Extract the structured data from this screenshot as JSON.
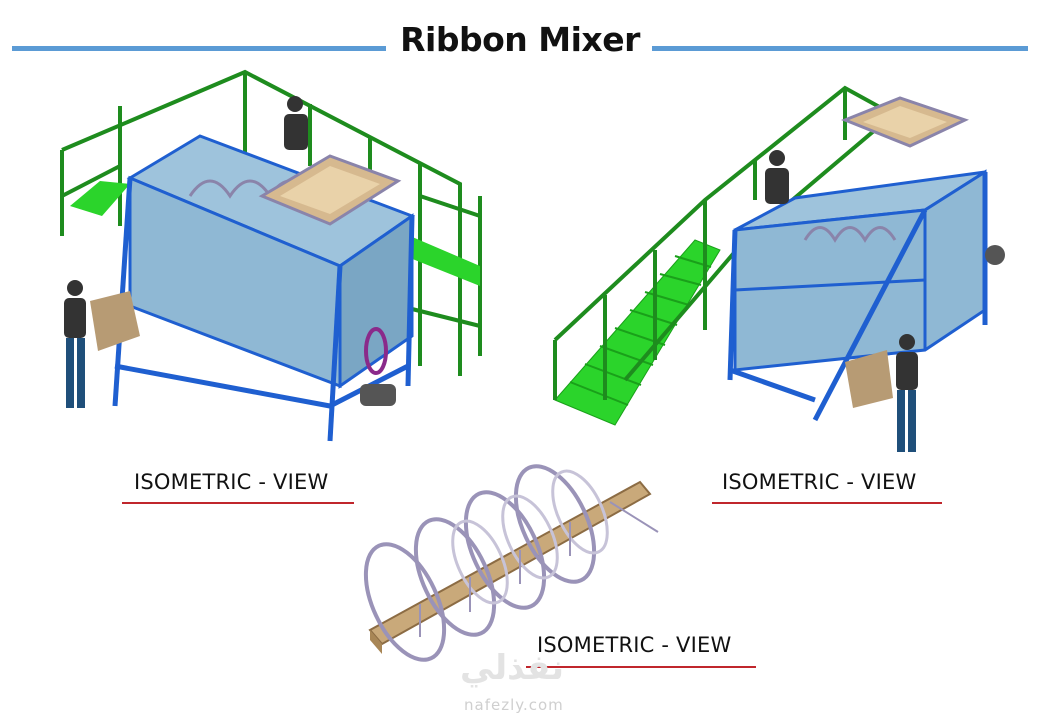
{
  "title": "Ribbon Mixer",
  "captions": {
    "left": "ISOMETRIC - VIEW",
    "right": "ISOMETRIC - VIEW",
    "bottom": "ISOMETRIC - VIEW"
  },
  "watermark": {
    "arabic": "نفذلي",
    "url": "nafezly.com"
  },
  "colors": {
    "title_rule": "#5b9bd5",
    "caption_rule": "#c0262c",
    "frame": "#1f5fd0",
    "railing": "#1e8c1e",
    "platform": "#2bd42b",
    "tank": "#8fb8d4",
    "shaft": "#c9a97a",
    "ribbon": "#9a93b8"
  },
  "figures": [
    {
      "name": "ribbon-mixer-with-platform",
      "view": "isometric"
    },
    {
      "name": "ribbon-mixer-with-stairs",
      "view": "isometric"
    },
    {
      "name": "ribbon-agitator-shaft",
      "view": "isometric"
    }
  ]
}
